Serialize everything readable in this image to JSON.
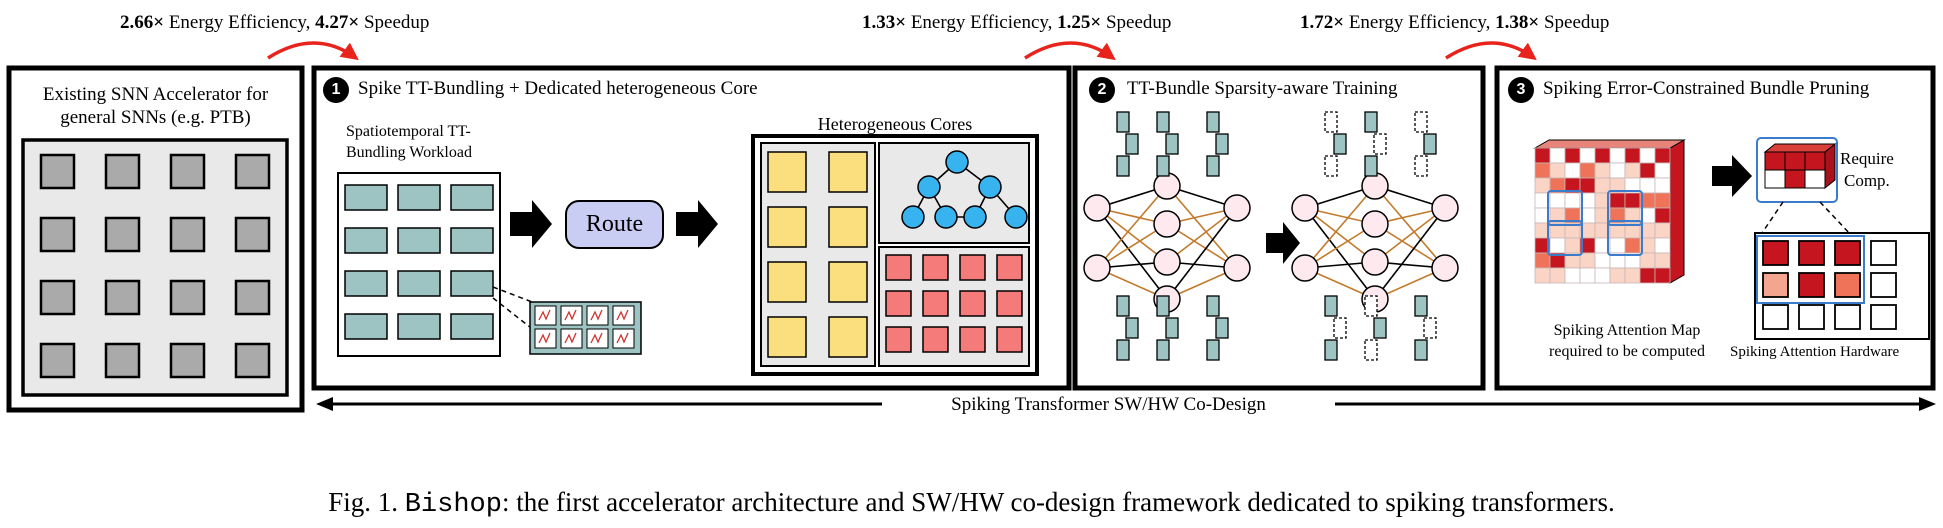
{
  "gains": [
    {
      "energy_value": "2.66×",
      "energy_label": " Energy Efficiency, ",
      "speed_value": "4.27×",
      "speed_label": " Speedup"
    },
    {
      "energy_value": "1.33×",
      "energy_label": " Energy Efficiency, ",
      "speed_value": "1.25×",
      "speed_label": " Speedup"
    },
    {
      "energy_value": "1.72×",
      "energy_label": " Energy Efficiency, ",
      "speed_value": "1.38×",
      "speed_label": " Speedup"
    }
  ],
  "existing_panel": {
    "title_line1": "Existing SNN Accelerator for",
    "title_line2": "general SNNs (e.g. PTB)"
  },
  "panel1": {
    "badge": "1",
    "title": "Spike TT-Bundling + Dedicated heterogeneous Core",
    "workload_line1": "Spatiotemporal TT-",
    "workload_line2": "Bundling Workload",
    "route": "Route",
    "cores_label": "Heterogeneous Cores"
  },
  "panel2": {
    "badge": "2",
    "title": "TT-Bundle Sparsity-aware Training"
  },
  "panel3": {
    "badge": "3",
    "title": "Spiking Error-Constrained Bundle Pruning",
    "require_line1": "Require",
    "require_line2": "Comp.",
    "map_line1": "Spiking Attention Map",
    "map_line2": "required to be computed",
    "hardware": "Spiking Attention Hardware"
  },
  "codesign_label": "Spiking Transformer SW/HW Co-Design",
  "caption": {
    "prefix": "Fig. 1.  ",
    "name": "Bishop",
    "text": ": the first accelerator architecture and SW/HW co-design framework dedicated to spiking transformers."
  },
  "colors": {
    "gray_pe": "#aaaaaa",
    "teal": "#9dc3c3",
    "yellow": "#fbde7e",
    "blue_node": "#37b3ef",
    "red_pe": "#f57b7b",
    "neuron": "#fde9ee",
    "route_fill": "#c9ccf3",
    "arc_red": "#e8231b",
    "heat_dark": "#c5161f",
    "heat_mid": "#ee7358",
    "heat_light": "#fad4c4"
  }
}
